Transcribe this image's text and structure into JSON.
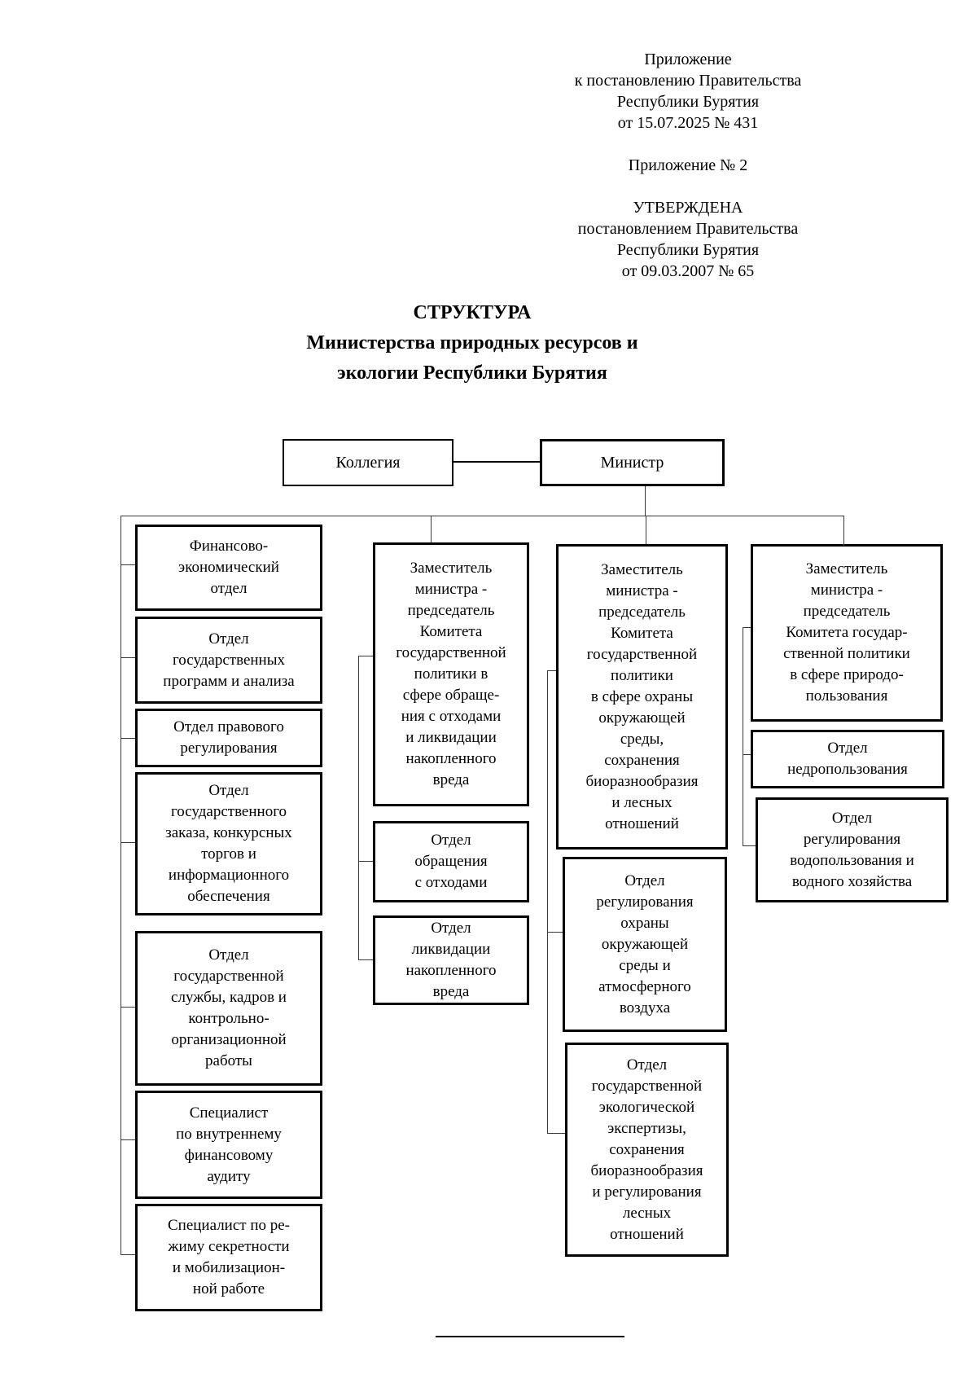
{
  "document": {
    "annex_block": "Приложение\nк постановлению Правительства\nРеспублики Бурятия\nот 15.07.2025 № 431\n\nПриложение № 2\n\nУТВЕРЖДЕНА\nпостановлением Правительства\nРеспублики Бурятия\nот 09.03.2007 № 65",
    "title": "СТРУКТУРА\nМинистерства природных ресурсов и\nэкологии Республики Бурятия"
  },
  "org": {
    "collegium": "Коллегия",
    "minister": "Министр",
    "minister_units": [
      "Финансово-\nэкономический\nотдел",
      "Отдел\nгосударственных\nпрограмм и анализа",
      "Отдел правового\nрегулирования",
      "Отдел\nгосударственного\nзаказа, конкурсных\nторгов и\nинформационного\nобеспечения",
      "Отдел\nгосударственной\nслужбы, кадров и\nконтрольно-\nорганизационной\nработы",
      "Специалист\nпо внутреннему\nфинансовому\nаудиту",
      "Специалист по ре-\nжиму секретности\nи мобилизацион-\nной работе"
    ],
    "deputy_waste": {
      "label": "Заместитель\nминистра -\nпредседатель\nКомитета\nгосударственной\nполитики в\nсфере обраще-\nния с отходами\nи ликвидации\nнакопленного\nвреда",
      "units": [
        "Отдел\nобращения\nс отходами",
        "Отдел\nликвидации\nнакопленного\nвреда"
      ]
    },
    "deputy_environment": {
      "label": "Заместитель\nминистра -\nпредседатель\nКомитета\nгосударственной\nполитики\nв сфере охраны\nокружающей\nсреды,\nсохранения\nбиоразнообразия\nи лесных\nотношений",
      "units": [
        "Отдел\nрегулирования\nохраны\nокружающей\nсреды и\nатмосферного\nвоздуха",
        "Отдел\nгосударственной\nэкологической\nэкспертизы,\nсохранения\nбиоразнообразия\nи регулирования\nлесных\nотношений"
      ]
    },
    "deputy_nature_use": {
      "label": "Заместитель\nминистра -\nпредседатель\nКомитета государ-\nственной политики\nв сфере природо-\nпользования",
      "units": [
        "Отдел\nнедропользования",
        "Отдел\nрегулирования\nводопользования и\nводного хозяйства"
      ]
    }
  }
}
